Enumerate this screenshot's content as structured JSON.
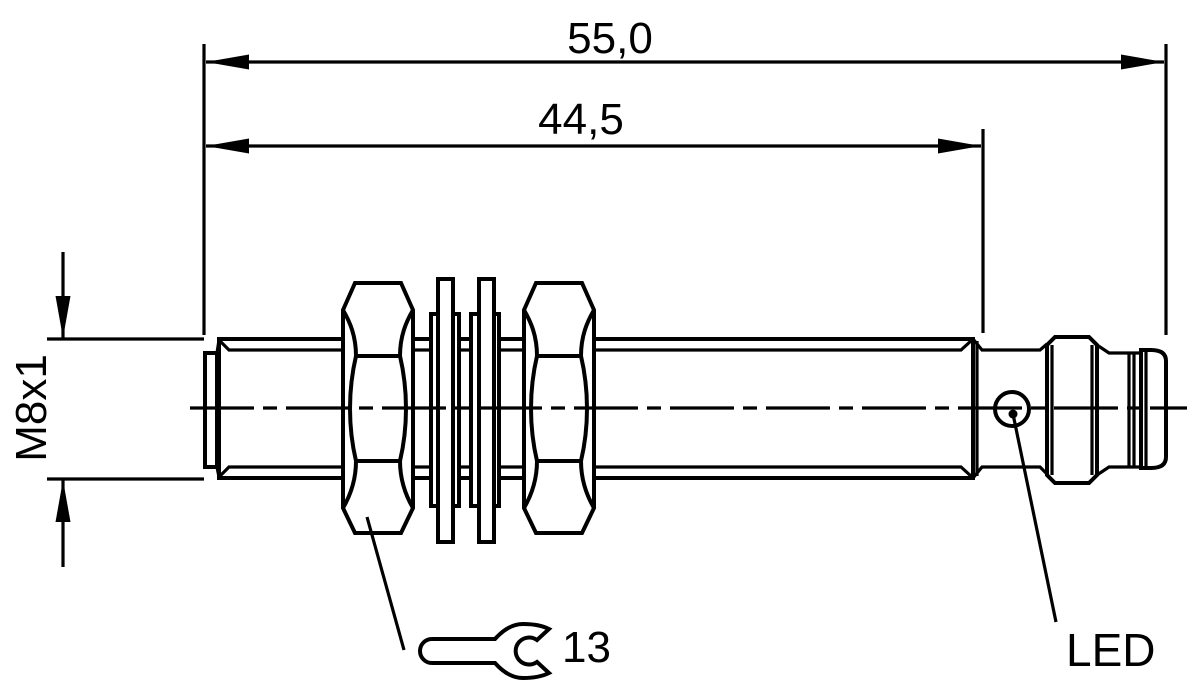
{
  "drawing": {
    "type": "technical-dimension-drawing",
    "subject": "M8 threaded cylindrical proximity sensor with lock nuts, washers and LED connector end",
    "background_color": "#ffffff",
    "line_color": "#000000",
    "dimensions": {
      "overall_length": "55,0",
      "barrel_length": "44,5",
      "thread_spec": "M8x1",
      "wrench_size": "13"
    },
    "labels": {
      "led": "LED"
    },
    "icons": {
      "wrench": "open-end-wrench"
    }
  }
}
